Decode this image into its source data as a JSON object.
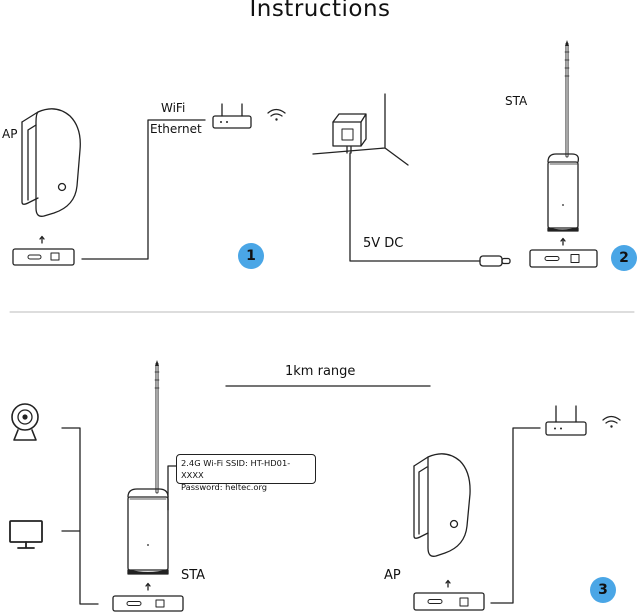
{
  "title": "Instructions",
  "panel1": {
    "ap_label": "AP",
    "wifi_label": "WiFi",
    "ethernet_label": "Ethernet",
    "step": "1"
  },
  "panel2": {
    "sta_label": "STA",
    "power_label": "5V DC",
    "step": "2"
  },
  "panel3": {
    "range_label": "1km range",
    "ssid_text": "2.4G Wi-Fi SSID: HT-HD01-XXXX",
    "password_text": "Password: heltec.org",
    "sta_label": "STA",
    "ap_label": "AP",
    "step": "3"
  },
  "colors": {
    "step_badge": "#4aa6e6",
    "line": "#222222"
  },
  "icons": [
    "ap-device-icon",
    "router-icon",
    "wifi-icon",
    "power-adapter-icon",
    "sta-device-icon",
    "usb-c-plug-icon",
    "camera-icon",
    "monitor-icon",
    "device-port-strip-icon"
  ]
}
